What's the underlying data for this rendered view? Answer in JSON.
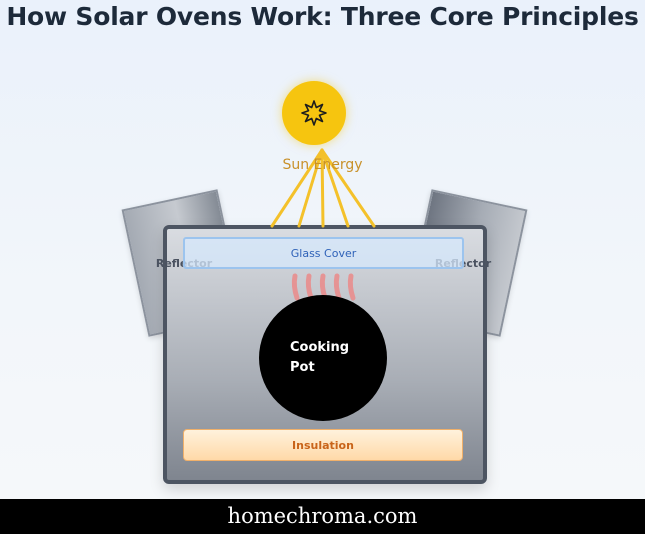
{
  "title": "How Solar Ovens Work: Three Core Principles",
  "sun": {
    "label": "Sun Energy",
    "icon": "sun-icon",
    "color": "#f6c50f"
  },
  "reflectors": {
    "left_label": "Reflector",
    "right_label": "Reflector"
  },
  "glass_cover": {
    "label": "Glass Cover"
  },
  "cooking_pot": {
    "label": "Cooking Pot"
  },
  "insulation": {
    "label": "Insulation"
  },
  "footer": {
    "text": "homechroma.com"
  },
  "colors": {
    "sun": "#f6c50f",
    "rays": "#f4c12a",
    "heat_waves": "#e98e8e",
    "glass_border": "#9cc4ee",
    "insulation_text": "#c9641a"
  }
}
